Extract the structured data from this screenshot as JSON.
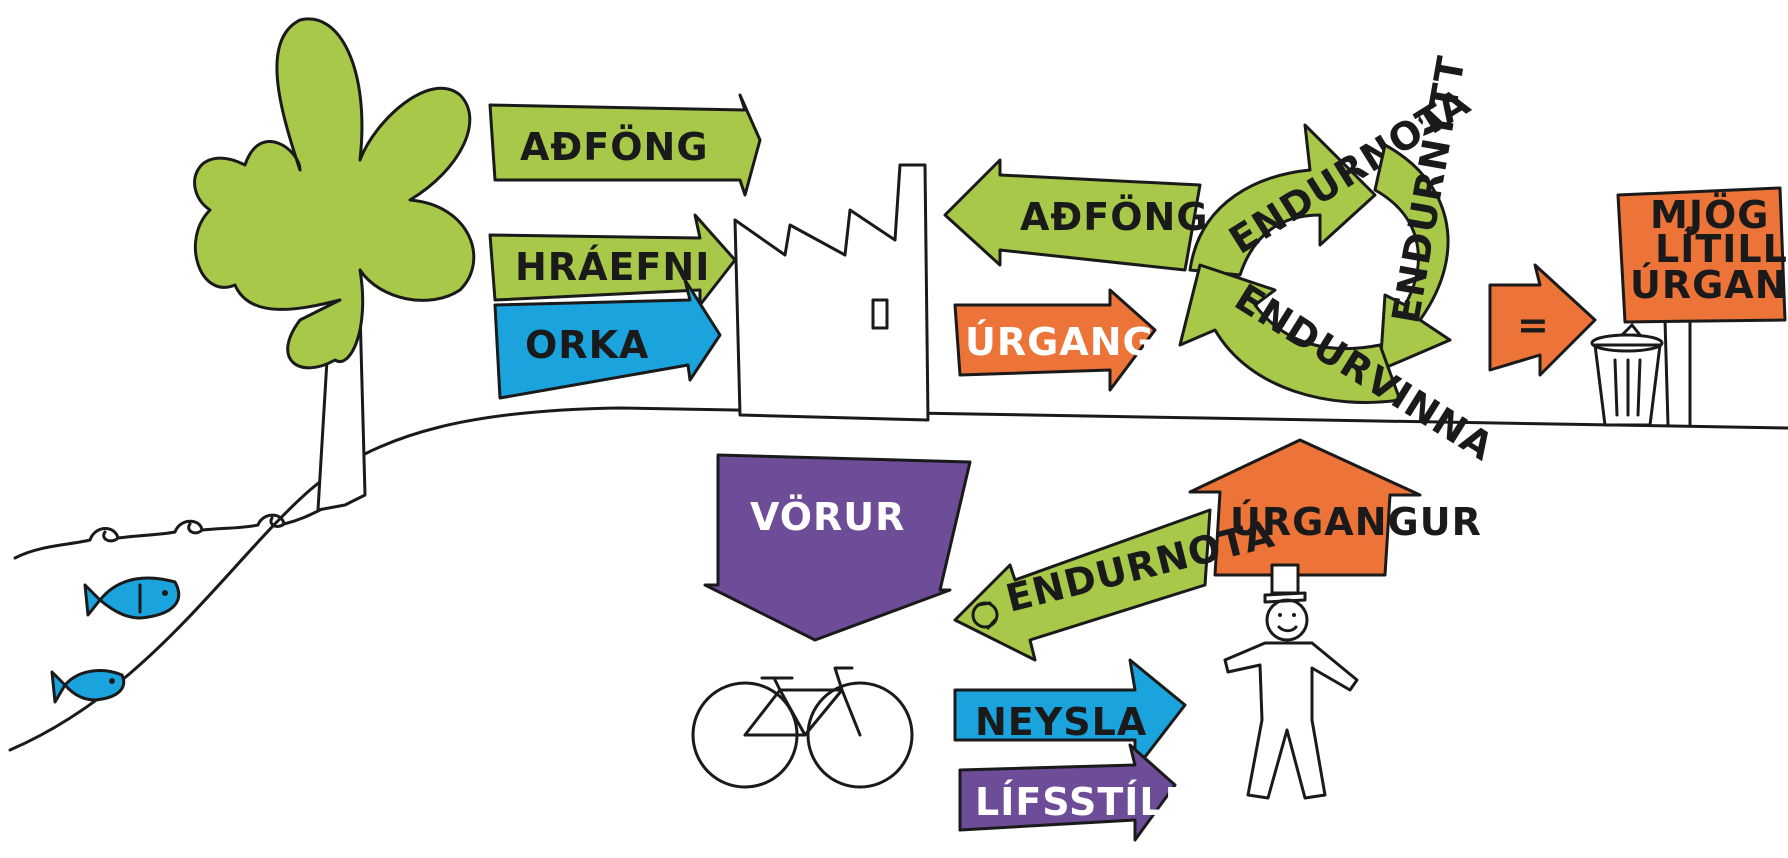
{
  "colors": {
    "green": "#a8c84a",
    "blue": "#1aa3dc",
    "orange": "#ec7439",
    "purple": "#6d4c98",
    "ink": "#1a1a1a"
  },
  "labels": {
    "inputs_top": "AÐFÖNG",
    "raw_material": "HRÁEFNI",
    "energy": "ORKA",
    "inputs_return": "AÐFÖNG",
    "waste_out": "ÚRGANGUR",
    "reuse_cycle": "ENDURNOTA",
    "recycle_cycle": "ENDURVINNA",
    "recover_cycle": "ENDURNÝTT",
    "equals": "=",
    "minimal_waste_sign": [
      "MJÖG",
      "LÍTILL",
      "ÚRGANGUR"
    ],
    "goods": "VÖRUR",
    "waste_up": "ÚRGANGUR",
    "reuse_back": "ENDURNOTA",
    "consumption": "NEYSLA",
    "lifestyle": "LÍFSSTÍLL"
  },
  "icons": [
    "tree-icon",
    "waves-icon",
    "fish-icon",
    "factory-icon",
    "recycle-icon",
    "trash-can-icon",
    "bicycle-icon",
    "person-icon"
  ]
}
